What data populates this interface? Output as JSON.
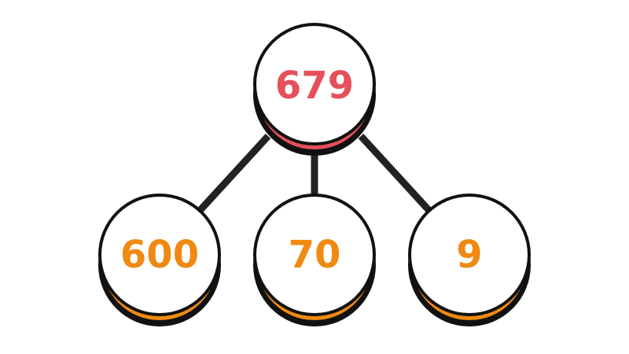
{
  "diagram": {
    "type": "part-whole model",
    "colors": {
      "whole": "#e5505a",
      "parts": "#f08a12",
      "outline": "#111111",
      "connector": "#222222",
      "fill": "#ffffff"
    },
    "whole": {
      "label": "679"
    },
    "parts": [
      {
        "label": "600"
      },
      {
        "label": "70"
      },
      {
        "label": "9"
      }
    ]
  }
}
